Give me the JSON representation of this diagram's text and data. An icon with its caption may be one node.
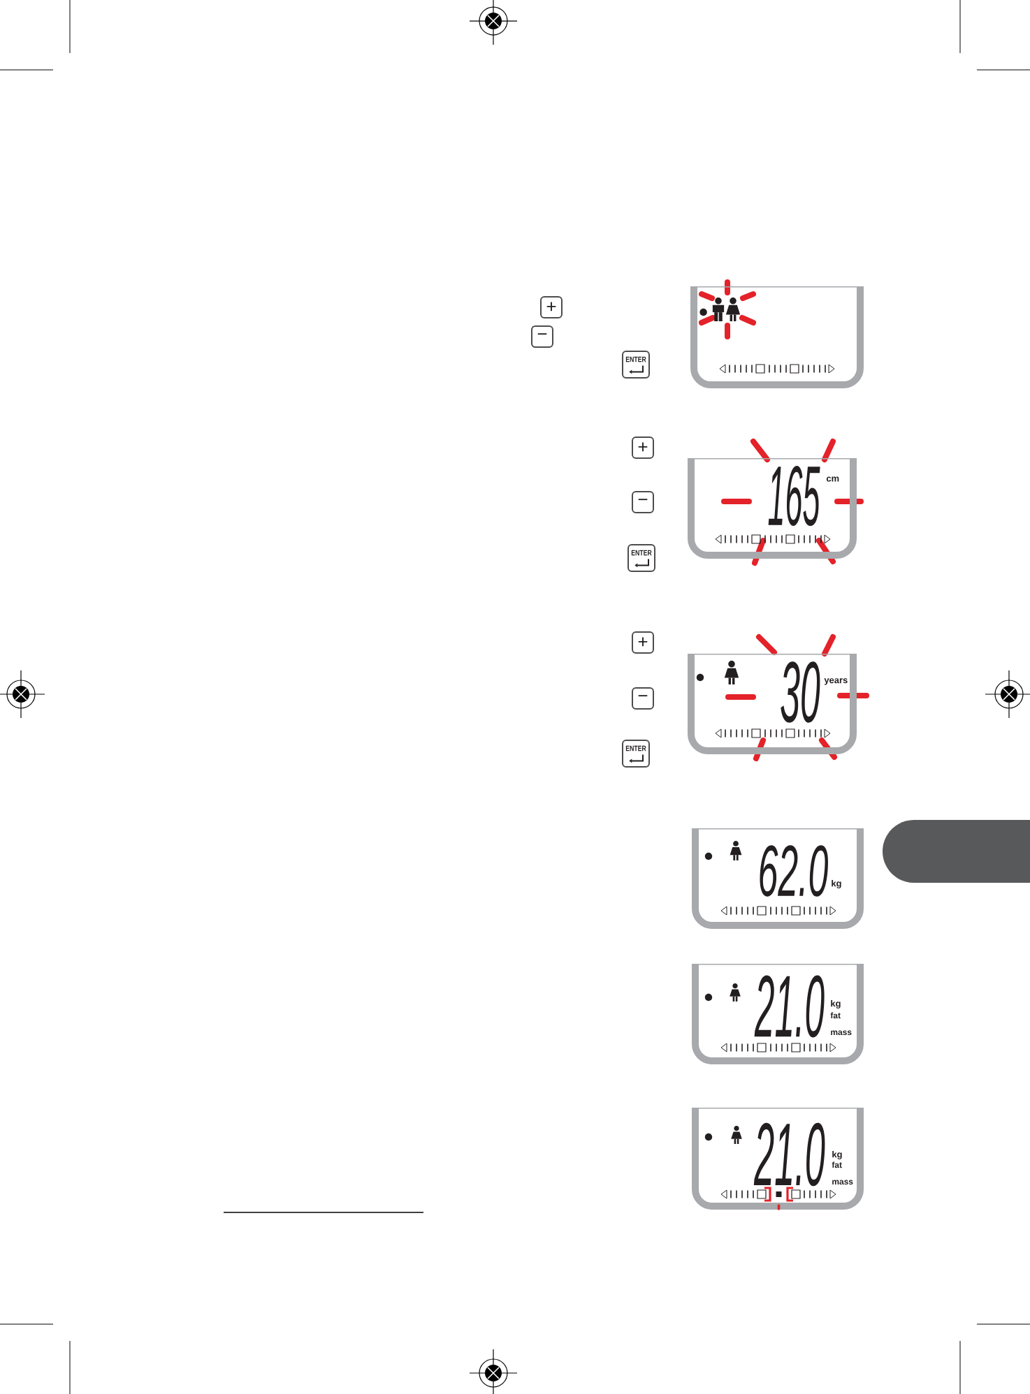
{
  "diagram": {
    "nodes": [
      {
        "text": [
          "+"
        ]
      },
      {
        "text": [
          "−"
        ]
      },
      {
        "text": [
          "ENTER"
        ]
      },
      {
        "text": [],
        "shape": "box"
      },
      {
        "text": [
          "+"
        ]
      },
      {
        "text": [
          "−"
        ]
      },
      {
        "text": [
          "ENTER"
        ]
      },
      {
        "text": [
          "165",
          "cm"
        ]
      },
      {
        "text": [
          "+"
        ]
      },
      {
        "text": [
          "−"
        ]
      },
      {
        "text": [
          "ENTER"
        ]
      },
      {
        "text": [
          "30",
          "years"
        ]
      },
      {
        "text": [
          "62.0",
          "kg"
        ]
      },
      {
        "text": [
          "21.0",
          "kg",
          "fat mass"
        ]
      },
      {
        "text": [
          "21.0",
          "kg",
          "fat mass"
        ]
      }
    ]
  }
}
